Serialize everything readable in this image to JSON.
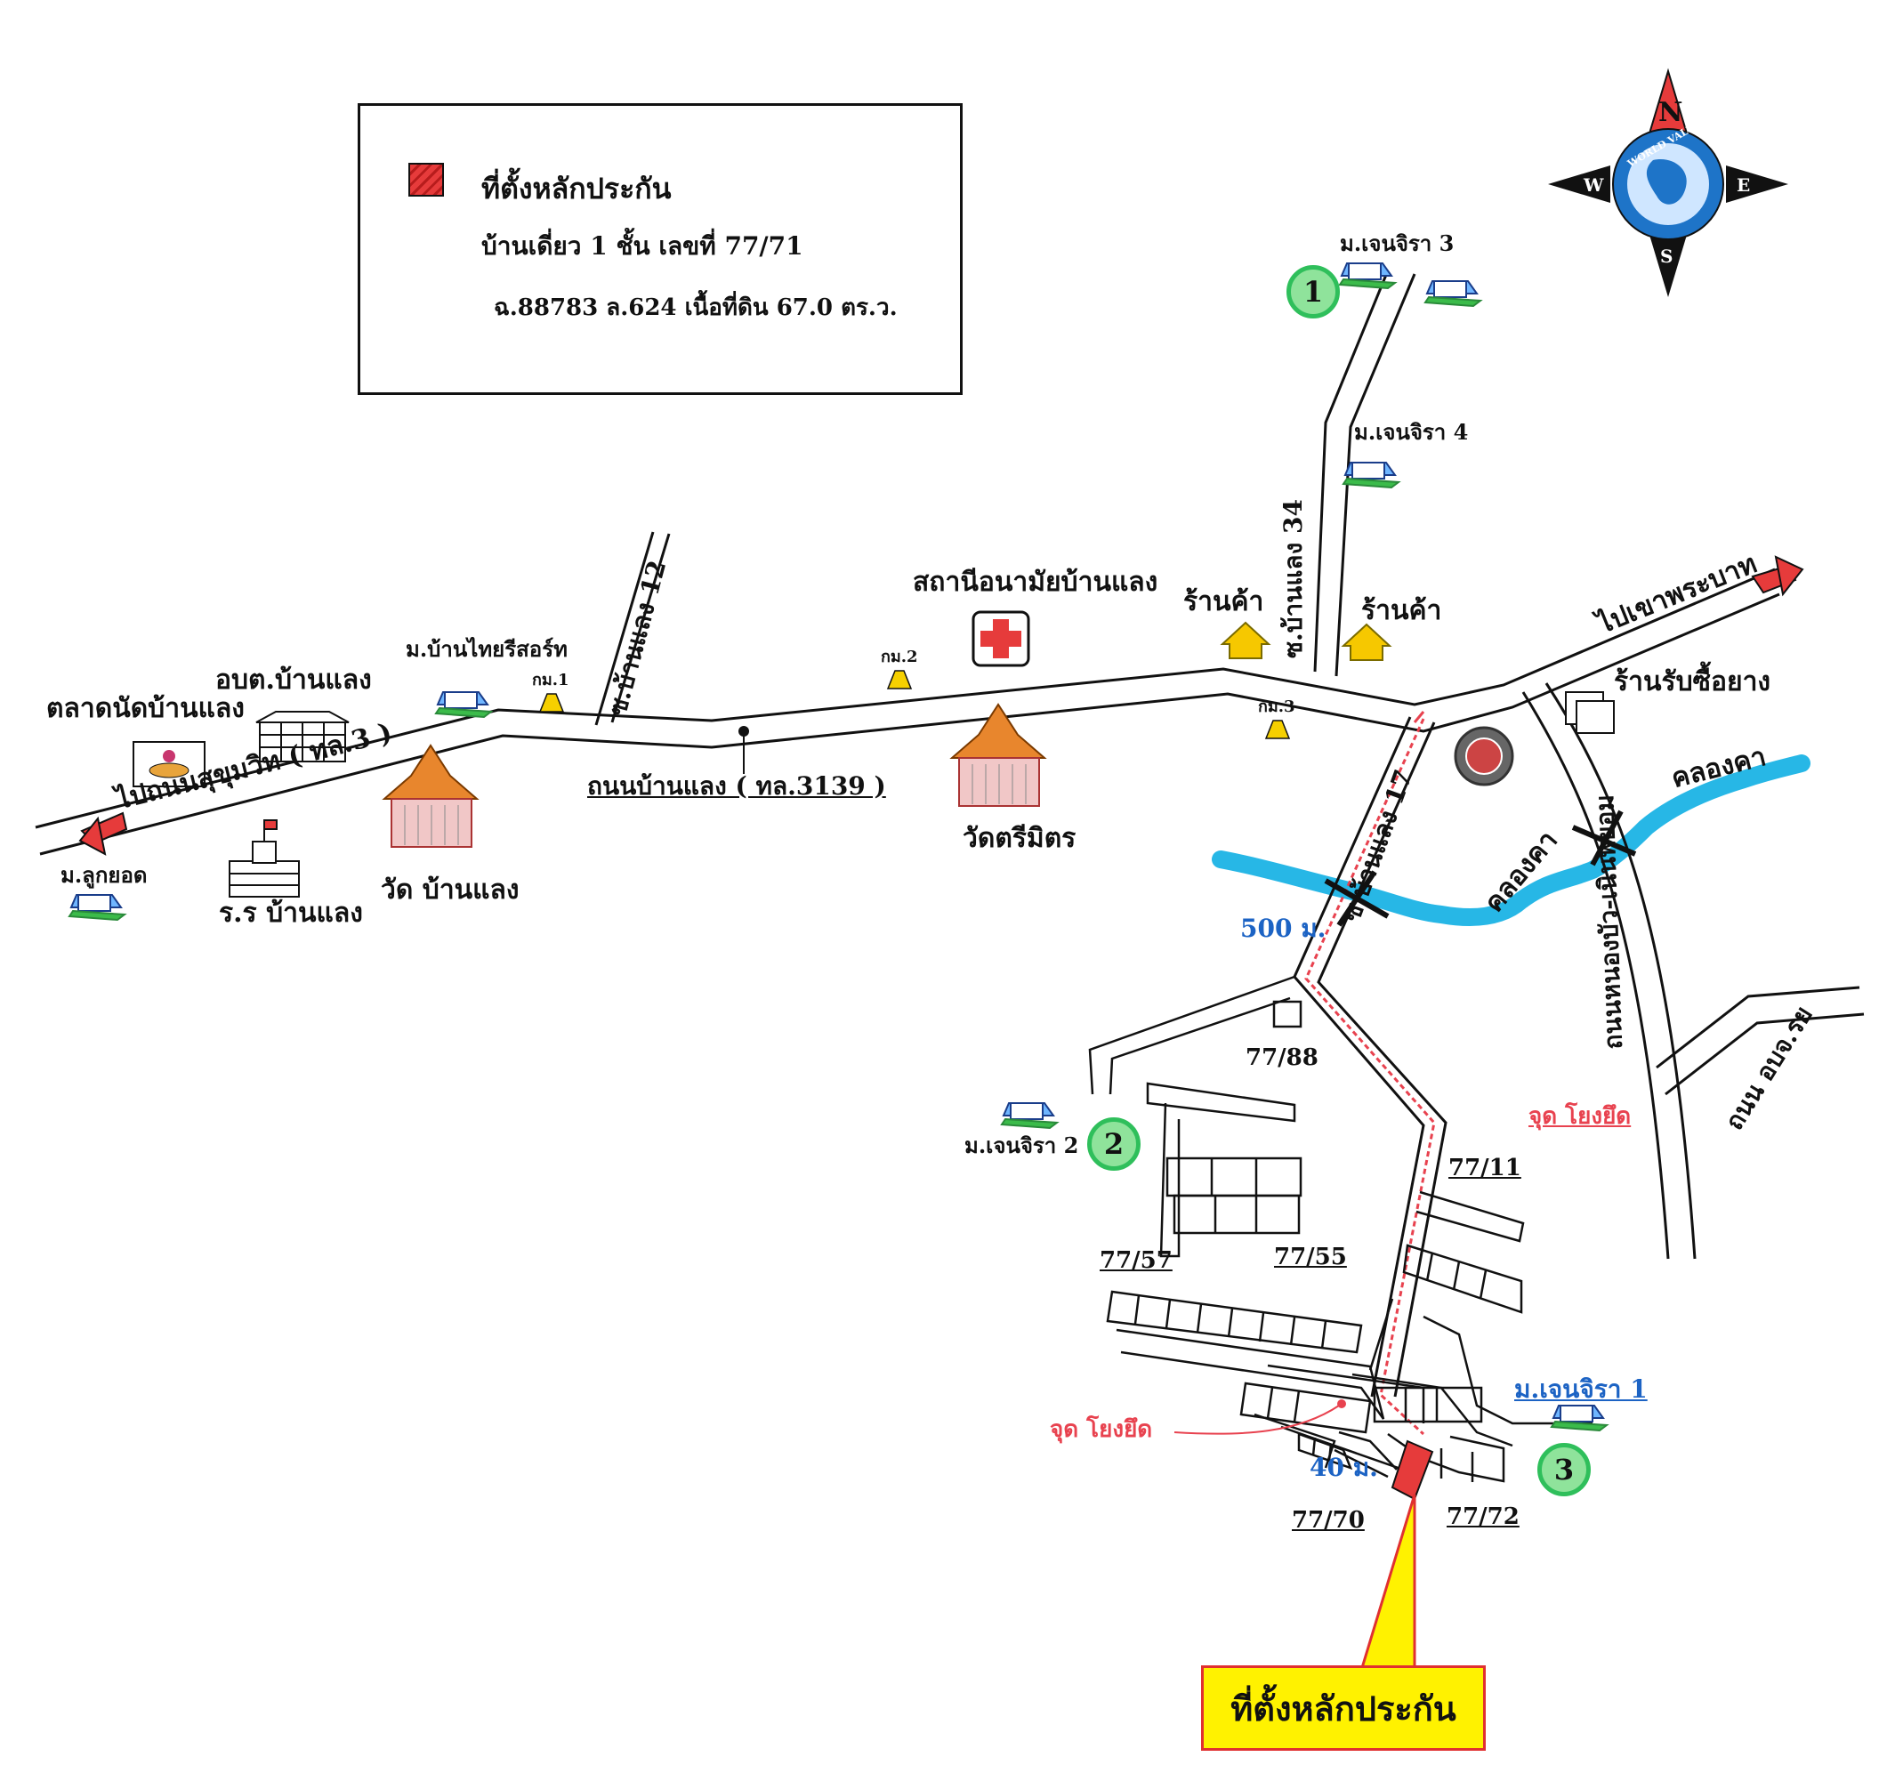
{
  "legend": {
    "item_label": "ที่ตั้งหลักประกัน",
    "line1": "บ้านเดี่ยว 1 ชั้น  เลขที่  77/71",
    "line2": "ฉ.88783 ล.624 เนื้อที่ดิน 67.0 ตร.ว.",
    "swatch_color": "#e63b3b"
  },
  "compass": {
    "north": "N",
    "south": "S",
    "east": "E",
    "west": "W",
    "emblem_text": "WORLD VALUATION"
  },
  "roads": {
    "main_road": "ถนนบ้านแลง ( ทล.3139 )",
    "to_sukhumvit": "ไปถนนสุขุมวิท ( ทล.3 )",
    "to_khao_phrabat": "ไปเขาพระบาท",
    "soi_12": "ซ.บ้านแลง 12",
    "soi_34": "ซ.บ้านแลง 34",
    "soi_17": "ซ.บ้านแลง 17",
    "road_nongbua": "ถนนหนองบัว-เนินพยอม",
    "road_obchor": "ถนน อบจ.รย"
  },
  "landmarks": {
    "market": "ตลาดนัดบ้านแลง",
    "obt": "อบต.บ้านแลง",
    "village_thaiyresort": "ม.บ้านไทยรีสอร์ท",
    "km1": "กม.1",
    "km2": "กม.2",
    "km3": "กม.3",
    "village_lukyod": "ม.ลูกยอด",
    "school": "ร.ร บ้านแลง",
    "temple_banlaeng": "วัด บ้านแลง",
    "temple_trimit": "วัดตรีมิตร",
    "health_station": "สถานีอนามัยบ้านแลง",
    "shop1": "ร้านค้า",
    "shop2": "ร้านค้า",
    "rubber_shop": "ร้านรับซื้อยาง",
    "canal1": "คลองคา",
    "canal2": "คลองคา",
    "village_jenjira1": "ม.เจนจิรา 1",
    "village_jenjira2": "ม.เจนจิรา 2",
    "village_jenjira3": "ม.เจนจิรา 3",
    "village_jenjira4": "ม.เจนจิรา 4"
  },
  "markers": {
    "m1": "1",
    "m2": "2",
    "m3": "3"
  },
  "distances": {
    "d500": "500 ม.",
    "d40": "40 ม."
  },
  "reference_points": {
    "ref1": "จุด โยงยึด",
    "ref2": "จุด โยงยึด"
  },
  "plots": {
    "p7788": "77/88",
    "p7711": "77/11",
    "p7757": "77/57",
    "p7755": "77/55",
    "p7770": "77/70",
    "p7772": "77/72"
  },
  "callout": "ที่ตั้งหลักประกัน",
  "colors": {
    "canal": "#27b7e6",
    "route": "#e8424f",
    "property": "#e63b3b",
    "marker": "#8fe39b",
    "callout": "#fff200",
    "distance_text": "#1c63c4"
  }
}
